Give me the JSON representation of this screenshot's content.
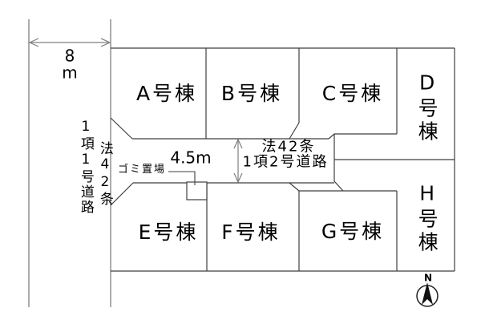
{
  "title": "site-plan",
  "colors": {
    "background": "#ffffff",
    "parcel_line": "#3f3f3f",
    "road_line": "#7f7f7f",
    "text": "#000000",
    "compass_fill": "#111111"
  },
  "left_road": {
    "law": "法42条",
    "name": "1項1号道路",
    "width_value": "8",
    "width_unit": "m"
  },
  "middle_road": {
    "law": "法42条",
    "name": "1項2号道路",
    "width_label": "4.5m"
  },
  "garbage_area": {
    "label": "ゴミ置場"
  },
  "lots": {
    "a": "A号棟",
    "b": "B号棟",
    "c": "C号棟",
    "d": "D号棟",
    "e": "E号棟",
    "f": "F号棟",
    "g": "G号棟",
    "h": "H号棟"
  },
  "compass": {
    "north_label": "N"
  }
}
